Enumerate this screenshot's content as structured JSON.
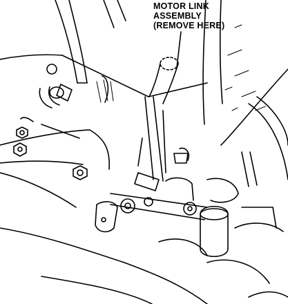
{
  "callout": {
    "line1": "MOTOR LINK",
    "line2": "ASSEMBLY",
    "line3": "(REMOVE HERE)"
  },
  "colors": {
    "ink": "#000000",
    "paper": "#ffffff"
  }
}
